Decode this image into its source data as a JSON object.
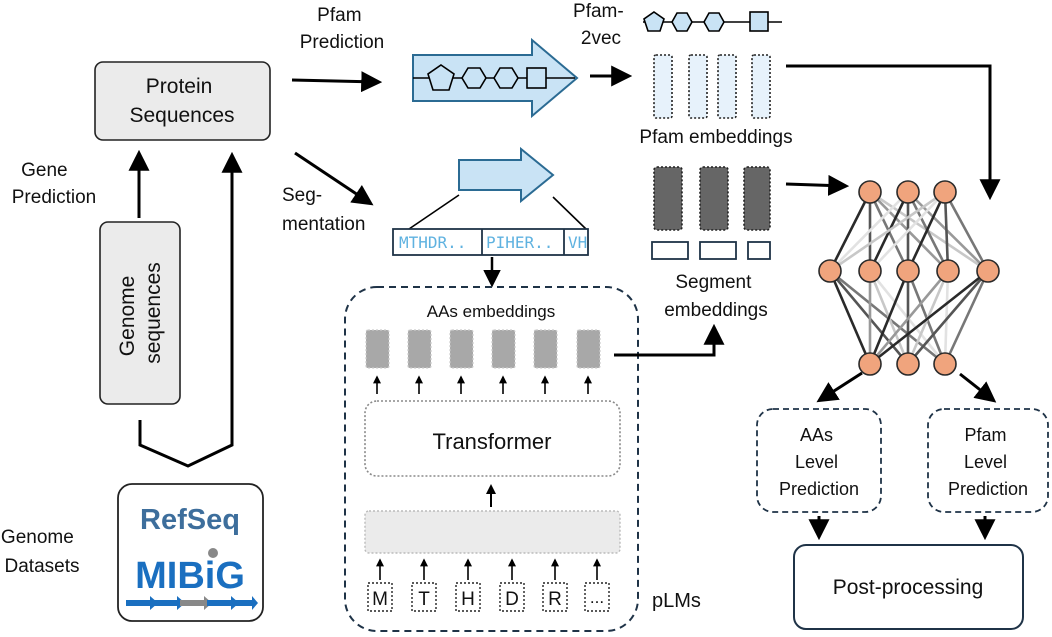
{
  "labels": {
    "pfam_prediction": [
      "Pfam",
      "Prediction"
    ],
    "pfam2vec": [
      "Pfam-",
      "2vec"
    ],
    "protein_sequences": [
      "Protein",
      "Sequences"
    ],
    "gene_prediction": [
      "Gene",
      "Prediction"
    ],
    "segmentation": [
      "Seg-",
      "mentation"
    ],
    "genome_sequences": [
      "Genome",
      "sequences"
    ],
    "genome_datasets": [
      "Genome",
      "Datasets"
    ],
    "pfam_embeddings": "Pfam embeddings",
    "segment_embeddings": [
      "Segment",
      "embeddings"
    ],
    "aas_embeddings": "AAs embeddings",
    "transformer": "Transformer",
    "plms": "pLMs",
    "aas_level_prediction": [
      "AAs",
      "Level",
      "Prediction"
    ],
    "pfam_level_prediction": [
      "Pfam",
      "Level",
      "Prediction"
    ],
    "post_processing": "Post-processing"
  },
  "segments": [
    "MTHDR..",
    "PIHER..",
    "VH"
  ],
  "amino_acid_tokens": [
    "M",
    "T",
    "H",
    "D",
    "R",
    "..."
  ],
  "logos": {
    "refseq": "RefSeq",
    "mibig": "MIBiG"
  },
  "colors": {
    "arrow_fill": "#c9e3f5",
    "arrow_stroke": "#2b6b93",
    "node_fill": "#f0a47d",
    "node_stroke": "#2a2a2a",
    "box_gray": "#ebebeb",
    "dark_embedding": "#666666",
    "aa_embedding": "#a8a8a8",
    "refseq_blue": "#3d6e9c",
    "mibig_blue": "#1a6fc0",
    "dashed_border": "#1f3347"
  },
  "icons": [
    "pentagon-icon",
    "hexagon-icon",
    "square-icon",
    "arrow-icon"
  ]
}
